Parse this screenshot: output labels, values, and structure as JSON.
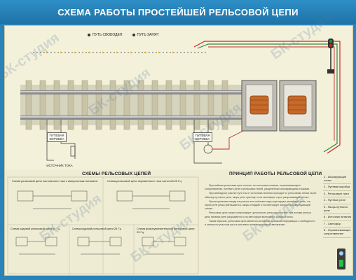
{
  "title": "СХЕМА РАБОТЫ ПРОСТЕЙШЕЙ РЕЛЬСОВОЙ ЦЕПИ",
  "legend": {
    "free": "ПУТЬ СВОБОДЕН",
    "busy": "ПУТЬ ЗАНЯТ"
  },
  "labels": {
    "left_box": "ПУТЕВАЯ КОРОБКА",
    "source": "ИСТОЧНИК ТОКА",
    "right_box": "ПУТЕВАЯ КОРОБКА"
  },
  "sections": {
    "schemes_title": "СХЕМЫ РЕЛЬСОВЫХ ЦЕПЕЙ",
    "principle_title": "ПРИНЦИП РАБОТЫ РЕЛЬСОВОЙ ЦЕПИ"
  },
  "schemes": [
    "Схема рельсовой цепи постоянного тока с импульсным питанием",
    "Схема рельсовой цепи переменного тока частотой 25 Гц",
    "Схема кодовой рельсовой цепи 50 Гц",
    "Схема кодовой рельсовой цепи 25 Гц",
    "Схема фазочувствительной рельсовой цепи 25 Гц"
  ],
  "principle_paragraphs": [
    "Простейшая рельсовая цепь состоит из источника питания, ограничивающего сопротивления, путевого реле и рельсовых нитей, разделённых изолирующими стыками.",
    "При свободном участке пути ток от источника питания проходит по рельсовым нитям через обмотку путевого реле, якорь реле притянут и на светофоре горит разрешающий сигнал.",
    "При вступлении поезда на участок его колёсные пары шунтируют рельсовую цепь, ток через реле резко уменьшается, якорь отпадает и на светофоре загорается запрещающий сигнал.",
    "Рельсовая цепь также контролирует целостность рельсовых нитей: при изломе рельса цепь питания реле разрывается и на светофоре включается красный огонь.",
    "Таким образом, рельсовая цепь является основным датчиком информации о свободности и занятости участков пути в системах железнодорожной автоматики."
  ],
  "side_items": [
    "1 - Изолирующие стыки",
    "2 - Путевая коробка",
    "3 - Рельсовые нити",
    "4 - Путевое реле",
    "5 - Якорь путевого реле",
    "6 - Источник питания",
    "7 - Светофор",
    "8 - Ограничивающее сопротивление"
  ],
  "watermark": "БК-студия",
  "colors": {
    "background": "#2a83b8",
    "board": "#f1efd5",
    "wire_red": "#c8262a",
    "wire_green": "#2e8a3e",
    "coil": "#c8692a"
  }
}
